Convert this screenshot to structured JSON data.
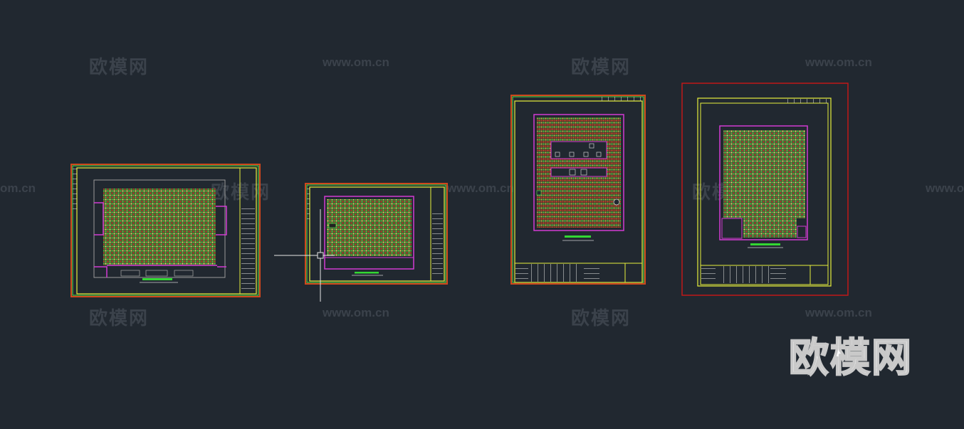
{
  "watermark": {
    "brand": "欧模网",
    "url": "www.om.cn",
    "url_partial": "om.cn"
  },
  "logo": {
    "text": "欧模网"
  },
  "sheets": [
    {
      "name": "drawing-sheet-1",
      "selected": true
    },
    {
      "name": "drawing-sheet-2",
      "selected": true
    },
    {
      "name": "drawing-sheet-3",
      "selected": true
    },
    {
      "name": "drawing-sheet-4",
      "selected": true
    }
  ],
  "colors": {
    "background": "#212830",
    "frame_yellow": "#e8ef3c",
    "frame_green": "#55e64a",
    "selection_orange": "#d0481c",
    "selection_red": "#c01818",
    "wall_magenta": "#d23ad2",
    "hatch_red": "#c93b2b",
    "hatch_green": "#4fcf46",
    "crosshair": "#e6e6e6"
  }
}
